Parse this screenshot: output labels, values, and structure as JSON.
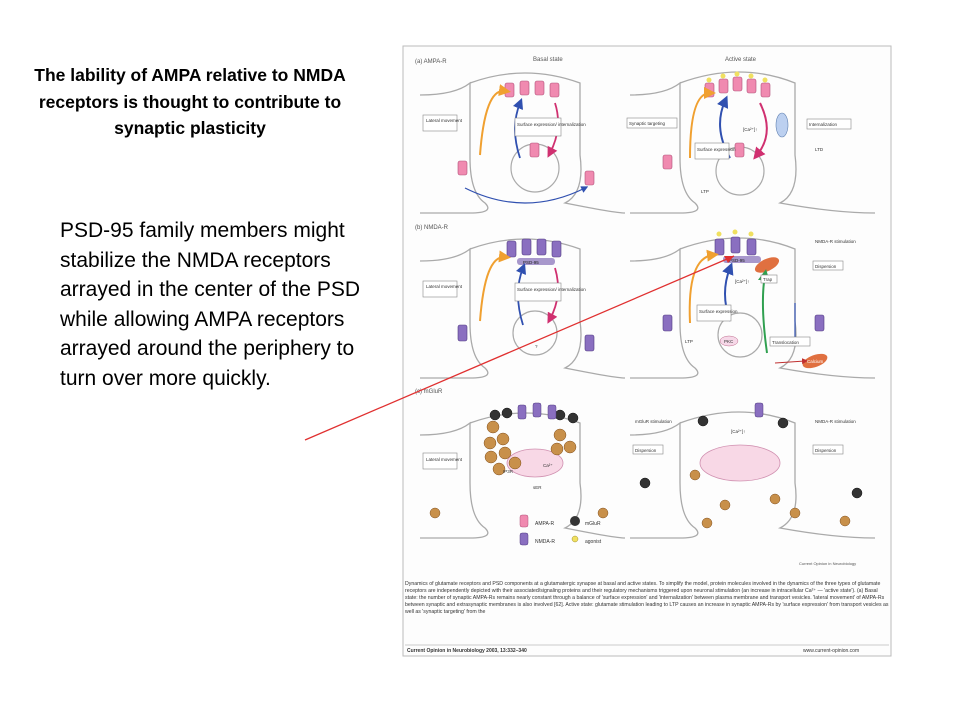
{
  "slide": {
    "title": "The lability of AMPA relative to NMDA receptors is thought to contribute to synaptic plasticity",
    "body": "PSD-95 family members might stabilize the NMDA receptors arrayed in the center of the PSD while allowing AMPA receptors arrayed around the periphery to turn over more quickly."
  },
  "figure": {
    "panels": {
      "a": "(a) AMPA-R",
      "b": "(b) NMDA-R",
      "c": "(c) mGluR"
    },
    "state_labels": {
      "basal": "Basal state",
      "active": "Active state"
    },
    "labels_a": {
      "lateral": "Lateral movement",
      "surface": "Surface expression/ internalization",
      "targeting": "Synaptic targeting",
      "internalization": "Internalization",
      "surface_expr": "Surface expression",
      "ca": "[Ca²⁺]↑",
      "ltd": "LTD",
      "ltp": "LTP"
    },
    "labels_b": {
      "psd95": "PSD-95",
      "lateral": "Lateral movement",
      "surface": "Surface expression/ internalization",
      "nmda_stim": "NMDA-R stimulation",
      "dispersion": "Dispersion",
      "trap": "Trap",
      "calcium": "Calcium",
      "surface_expr": "Surface expression",
      "ltp": "LTP",
      "pkc": "PKC",
      "translocation": "Translocation",
      "ca": "[Ca²⁺]↑",
      "q": "?"
    },
    "labels_c": {
      "lateral": "Lateral movement",
      "ip3r": "IP3R",
      "ser": "sER",
      "ca": "Ca²⁺",
      "mglur_stim": "mGluR stimulation",
      "dispersion": "Dispersion",
      "nmda_stim": "NMDA-R stimulation",
      "dispersion2": "Dispersion",
      "ca_active": "[Ca²⁺]↑"
    },
    "legend": {
      "ampa": "AMPA-R",
      "nmda": "NMDA-R",
      "mglur": "mGluR",
      "agonist": "agonist"
    },
    "credit": "Current Opinion in Neurobiology",
    "caption": "Dynamics of glutamate receptors and PSD components at a glutamatergic synapse at basal and active states. To simplify the model, protein molecules involved in the dynamics of the three types of glutamate receptors are independently depicted with their associated/signaling proteins and their regulatory mechanisms triggered upon neuronal stimulation (an increase in intracellular Ca²⁺ — 'active state'). (a) Basal state: the number of synaptic AMPA-Rs remains nearly constant through a balance of 'surface expression' and 'internalization' between plasma membrane and transport vesicles. 'lateral movement' of AMPA-Rs between synaptic and extrasynaptic membranes is also involved [62]. Active state: glutamate stimulation leading to LTP causes an increase in synaptic AMPA-Rs by 'surface expression' from transport vesicles as well as 'synaptic targeting' from the",
    "journal": "Current Opinion in Neurobiology 2003, 13:332–340",
    "url": "www.current-opinion.com"
  },
  "colors": {
    "ampa": "#f08ab0",
    "nmda": "#8a6fc0",
    "arrow_orange": "#f0a030",
    "arrow_blue": "#3050b0",
    "arrow_pink": "#d03070",
    "arrow_green": "#30a050",
    "callout": "#e03030",
    "ball": "#c8904a"
  }
}
